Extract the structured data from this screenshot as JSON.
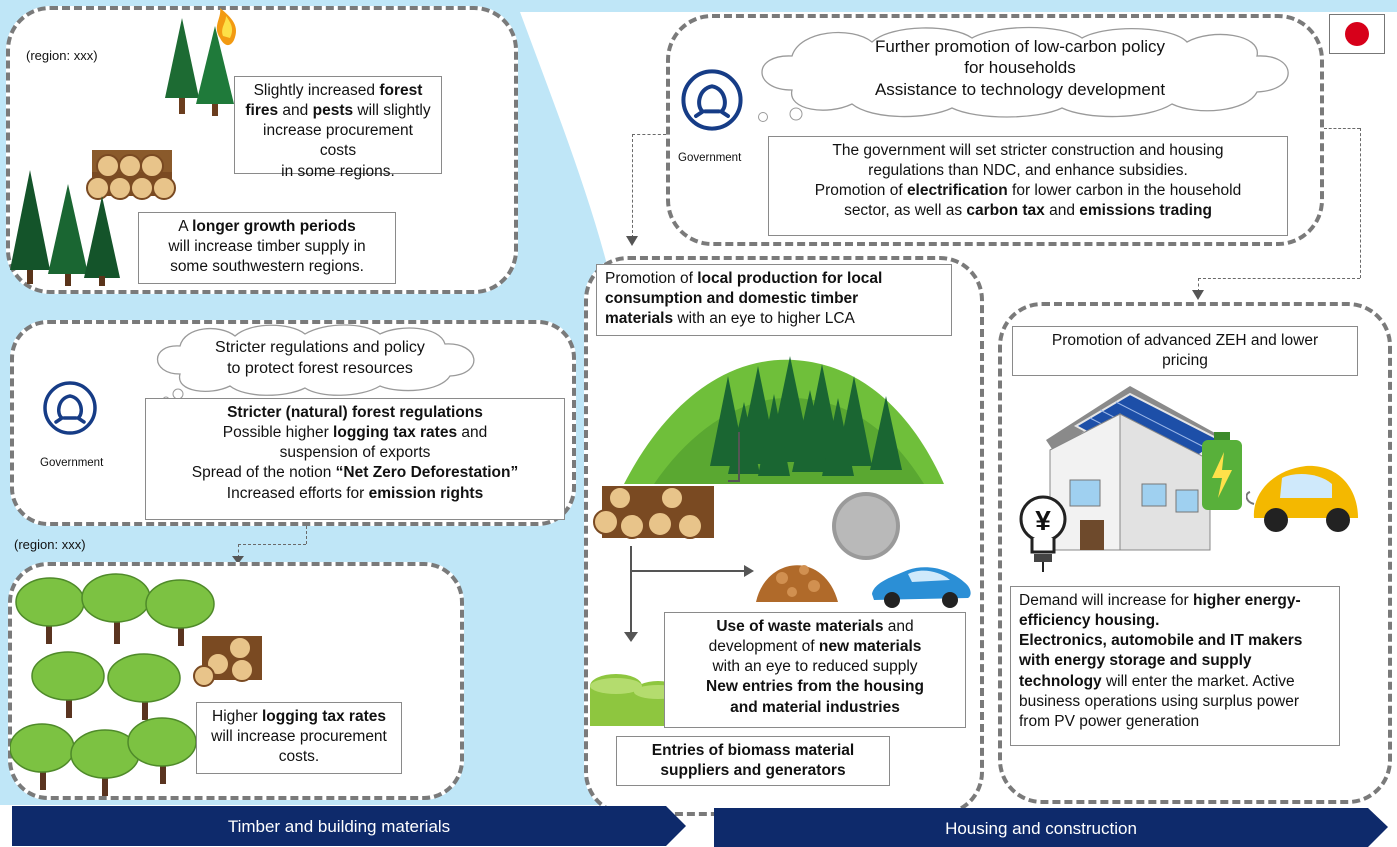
{
  "regions": {
    "top_left": "(region: xxx)",
    "mid_left": "(region: xxx)"
  },
  "forest_panel": {
    "fire_callout": {
      "p1": "Slightly increased ",
      "b1": "forest",
      "b2": "fires",
      "p2": " and ",
      "b3": "pests",
      "p3": " will slightly",
      "p4": "increase procurement costs",
      "p5": "in some regions."
    },
    "growth_callout": {
      "p1": "A ",
      "b1": "longer growth periods",
      "p2": "will increase timber supply in",
      "p3": "some southwestern regions."
    }
  },
  "gov_left": {
    "label": "Government",
    "cloud_line1": "Stricter regulations and policy",
    "cloud_line2": "to protect forest resources",
    "b1": "Stricter (natural) forest regulations",
    "l2a": "Possible higher ",
    "l2b": "logging tax rates",
    "l2c": " and",
    "l3": "suspension of exports",
    "l4a": "Spread of the notion ",
    "l4b": "“Net Zero Deforestation”",
    "l5a": "Increased efforts for ",
    "l5b": "emission rights"
  },
  "logging_panel": {
    "p1": "Higher ",
    "b1": "logging tax rates",
    "p2": "will increase procurement",
    "p3": "costs."
  },
  "gov_right": {
    "label": "Government",
    "cloud_line1": "Further promotion of low-carbon  policy",
    "cloud_line2": "for  households",
    "cloud_line3": "Assistance to technology  development",
    "l1": "The government will set stricter construction and housing",
    "l2": "regulations than NDC, and enhance subsidies.",
    "l3a": "Promotion of ",
    "l3b": "electrification",
    "l3c": " for lower carbon in the household",
    "l4a": "sector, as well as ",
    "l4b": "carbon tax",
    "l4c": " and ",
    "l4d": "emissions trading"
  },
  "middle_panel": {
    "local": {
      "p1": "Promotion of ",
      "b1": "local production for local",
      "b2": "consumption and domestic timber",
      "b3": "materials",
      "p2": " with an eye to higher LCA"
    },
    "waste": {
      "b1": "Use of waste materials",
      "p1": " and",
      "p2": "development of ",
      "b2": "new materials",
      "p3": "with an eye to reduced supply",
      "b3": "New entries from the housing",
      "b4": "and material industries"
    },
    "biomass": {
      "b1": "Entries of biomass material",
      "b2": "suppliers and generators"
    }
  },
  "right_panel": {
    "zeh_line1": "Promotion of advanced ZEH and lower",
    "zeh_line2": "pricing",
    "yen_symbol": "¥",
    "demand": {
      "p1": "Demand will increase for ",
      "b1": "higher energy-",
      "b2": "efficiency housing.",
      "b3": "Electronics, automobile and IT makers",
      "b4": "with energy storage and supply",
      "b5": "technology",
      "p2": " will enter the market. Active",
      "p3": "business operations using surplus power",
      "p4": "from PV power generation"
    }
  },
  "banners": {
    "left": "Timber and building materials",
    "right": "Housing and construction"
  },
  "colors": {
    "water": "#bfe6f7",
    "banner": "#0e2a6b",
    "dash": "#7a7a7a",
    "flag_red": "#d7001a",
    "gov_icon": "#163c86"
  }
}
